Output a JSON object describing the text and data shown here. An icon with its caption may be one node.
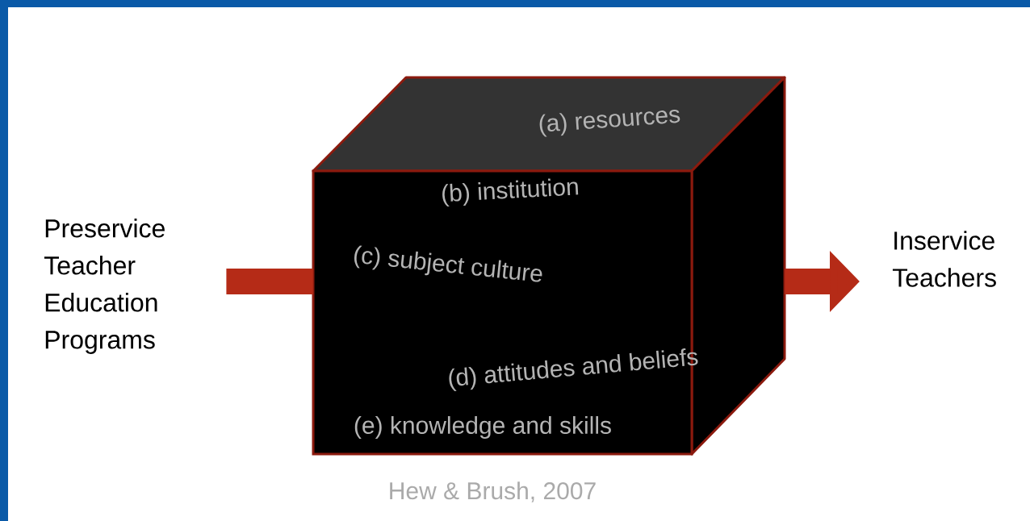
{
  "diagram": {
    "caption": "Hew & Brush, 2007",
    "nodes": [
      {
        "text": [
          "Preservice Teacher Education Programs"
        ]
      },
      {
        "text": [
          "(a) resources",
          "(b) institution",
          "(c) subject culture",
          "(d) attitudes and beliefs",
          "(e) knowledge and skills"
        ]
      },
      {
        "text": [
          "Inservice Teachers"
        ]
      }
    ],
    "edges": [
      {
        "from": 0,
        "to": 1,
        "arrow": "none"
      },
      {
        "from": 1,
        "to": 2,
        "arrow": "to"
      }
    ]
  }
}
